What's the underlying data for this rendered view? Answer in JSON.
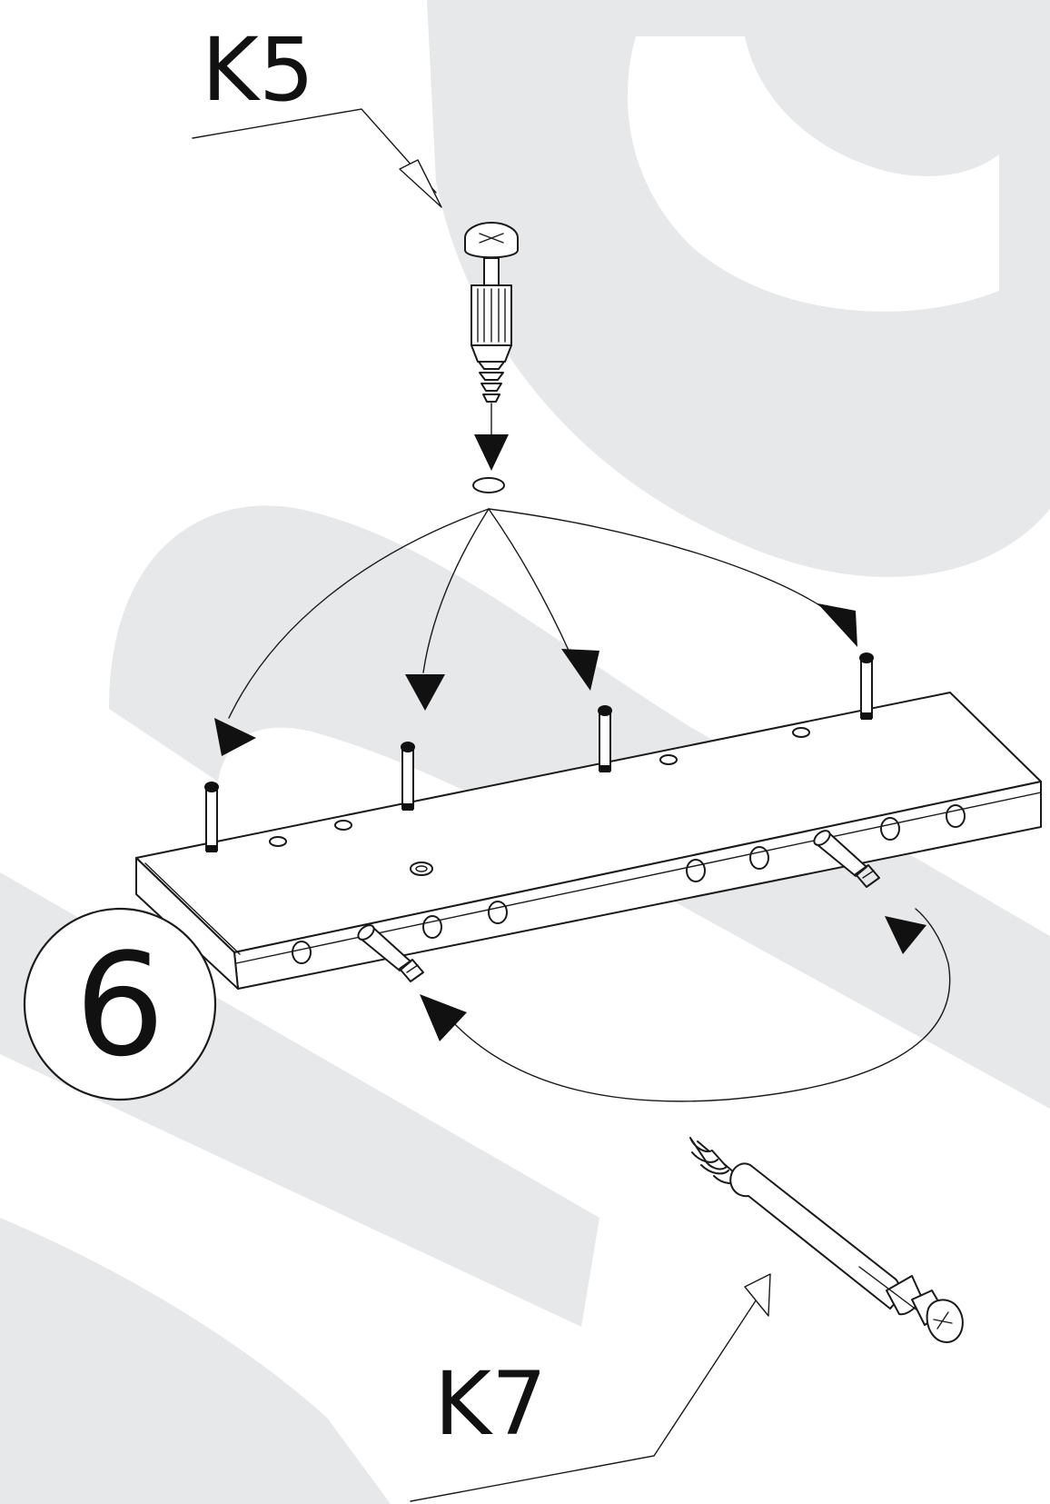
{
  "labels": {
    "top_part": "K5",
    "bottom_part": "K7",
    "step_number": "6"
  },
  "colors": {
    "watermark": "#e6e8ea",
    "line": "#1a1a1a"
  },
  "icons": [
    "cam-bolt-icon",
    "dowel-connector-icon",
    "arrow-icon"
  ]
}
